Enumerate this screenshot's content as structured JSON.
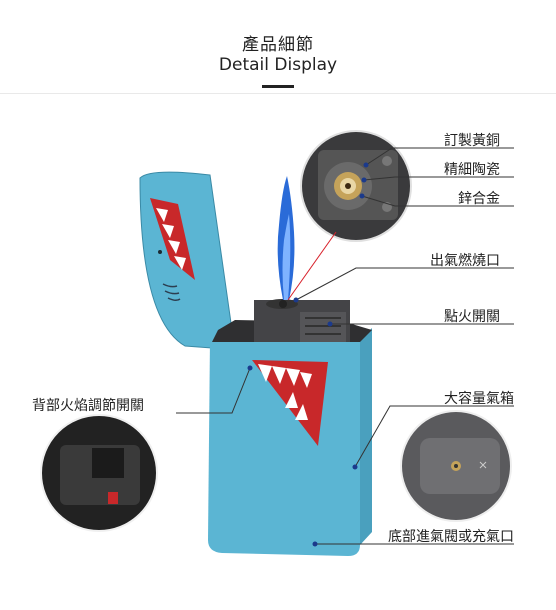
{
  "header": {
    "title_cn": "產品細節",
    "title_en": "Detail Display"
  },
  "callouts": {
    "brass": "訂製黃銅",
    "ceramic": "精細陶瓷",
    "zinc": "鋅合金",
    "outlet": "出氣燃燒口",
    "ignition": "點火開關",
    "flame_adjust": "背部火焰調節開關",
    "tank": "大容量氣箱",
    "refill": "底部進氣閥或充氣口"
  },
  "colors": {
    "body": "#5bb5d3",
    "head": "#3f3f42",
    "flame": "#2a6bd8",
    "teeth_red": "#c8282a"
  }
}
